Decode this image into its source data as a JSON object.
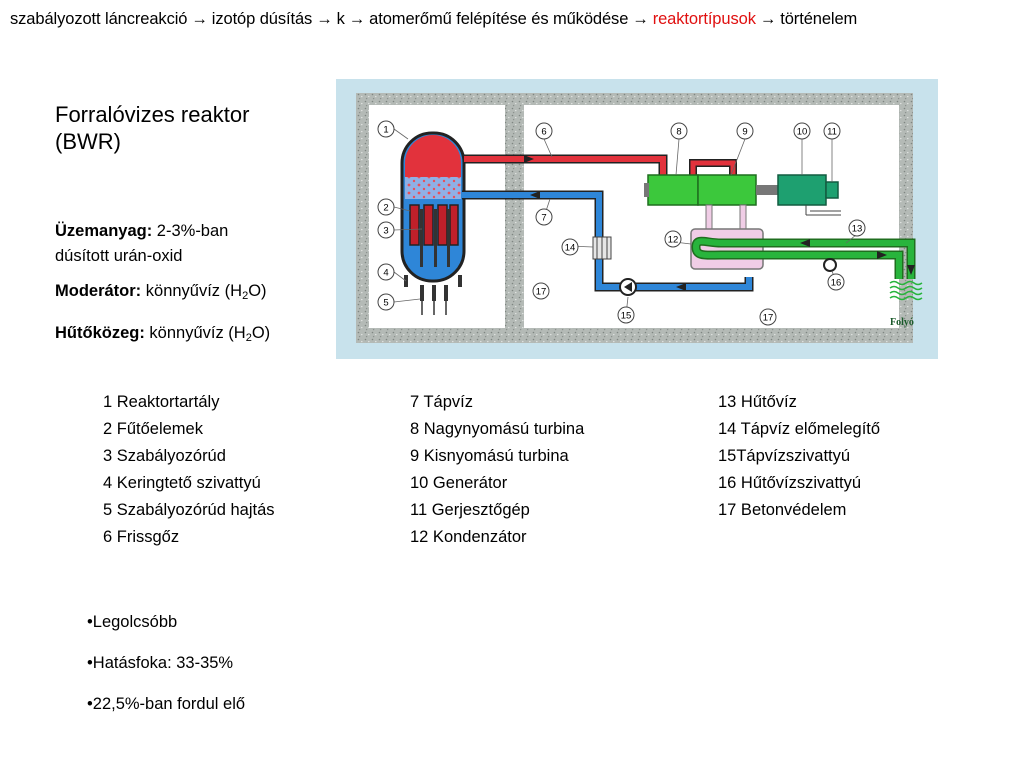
{
  "breadcrumb": {
    "items": [
      {
        "label": "szabályozott láncreakció"
      },
      {
        "label": "izotóp dúsítás"
      },
      {
        "label": "k"
      },
      {
        "label": "atomerőmű felépítése és működése"
      },
      {
        "label": "reaktortípusok"
      },
      {
        "label": "történelem"
      }
    ],
    "separator": "→",
    "active_color": "#e01010"
  },
  "title": {
    "line1": "Forralóvizes reaktor",
    "line2": "(BWR)"
  },
  "facts": {
    "fuel_label": "Üzemanyag:",
    "fuel_value_line1": "2-3%-ban",
    "fuel_value_line2": "dúsított urán-oxid",
    "moderator_label": "Moderátor:",
    "moderator_value": "könnyűvíz (H",
    "moderator_sub": "2",
    "moderator_end": "O)",
    "coolant_label": "Hűtőközeg:",
    "coolant_value": "könnyűvíz (H",
    "coolant_sub": "2",
    "coolant_end": "O)"
  },
  "diagram": {
    "numbers": [
      "1",
      "2",
      "3",
      "4",
      "5",
      "6",
      "7",
      "8",
      "9",
      "10",
      "11",
      "12",
      "13",
      "14",
      "15",
      "16",
      "17",
      "17"
    ],
    "river_label": "Folyó",
    "colors": {
      "frame": "#c8e2ec",
      "concrete": "#b4bab6",
      "steam": "#e2323c",
      "water": "#2e86d8",
      "turbine": "#3cc83c",
      "generator": "#1ea070",
      "cooling": "#28b43c"
    }
  },
  "legend": {
    "col1": [
      "1 Reaktortartály",
      "2 Fűtőelemek",
      "3 Szabályozórúd",
      "4 Keringtető szivattyú",
      "5 Szabályozórúd hajtás",
      "6 Frissgőz"
    ],
    "col2": [
      "7 Tápvíz",
      "8 Nagynyomású turbina",
      "9 Kisnyomású turbina",
      "10 Generátor",
      "11 Gerjesztőgép",
      "12 Kondenzátor"
    ],
    "col3": [
      "13 Hűtővíz",
      "14 Tápvíz előmelegítő",
      "15Tápvízszivattyú",
      "16 Hűtővízszivattyú",
      "17 Betonvédelem"
    ]
  },
  "bullets": [
    "•Legolcsóbb",
    "•Hatásfoka: 33-35%",
    "•22,5%-ban fordul elő"
  ]
}
